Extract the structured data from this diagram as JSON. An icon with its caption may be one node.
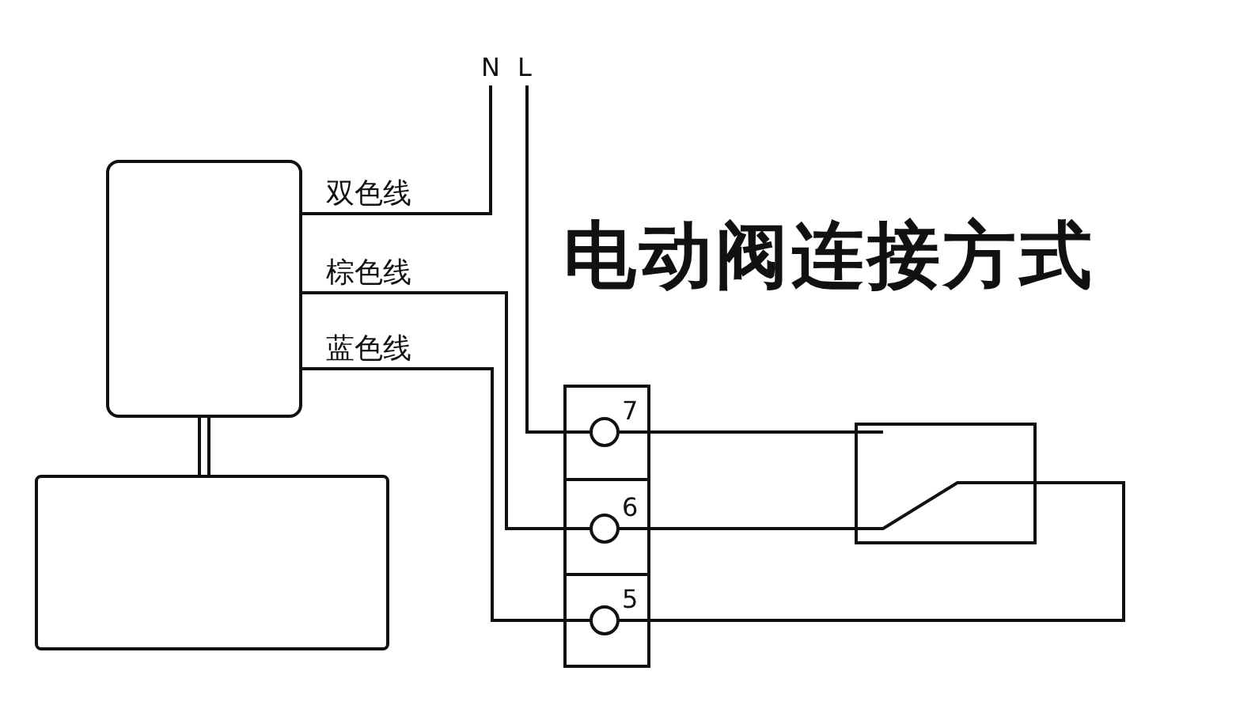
{
  "diagram": {
    "title": "电动阀连接方式",
    "nodes": [
      {
        "text": [],
        "shape": "box"
      },
      {
        "text": [],
        "shape": "box"
      },
      {
        "text": [
          "N"
        ]
      },
      {
        "text": [
          "L"
        ]
      },
      {
        "text": [],
        "shape": "box"
      },
      {
        "text": [
          "7"
        ],
        "in": 4
      },
      {
        "text": [
          "6"
        ],
        "in": 4
      },
      {
        "text": [
          "5"
        ],
        "in": 4
      },
      {
        "text": [],
        "shape": "box"
      }
    ],
    "edges": [
      {
        "from": 0,
        "to": 2,
        "arrow": "none",
        "label": "双色线"
      },
      {
        "from": 0,
        "to": 6,
        "arrow": "none",
        "label": "棕色线"
      },
      {
        "from": 0,
        "to": 7,
        "arrow": "none",
        "label": "蓝色线"
      },
      {
        "from": 3,
        "to": 5,
        "arrow": "none"
      },
      {
        "from": 5,
        "to": 8,
        "arrow": "none"
      },
      {
        "from": 6,
        "to": 8,
        "arrow": "none"
      },
      {
        "from": 7,
        "to": 8,
        "arrow": "none"
      },
      {
        "from": 0,
        "to": 1,
        "arrow": "none"
      }
    ]
  }
}
